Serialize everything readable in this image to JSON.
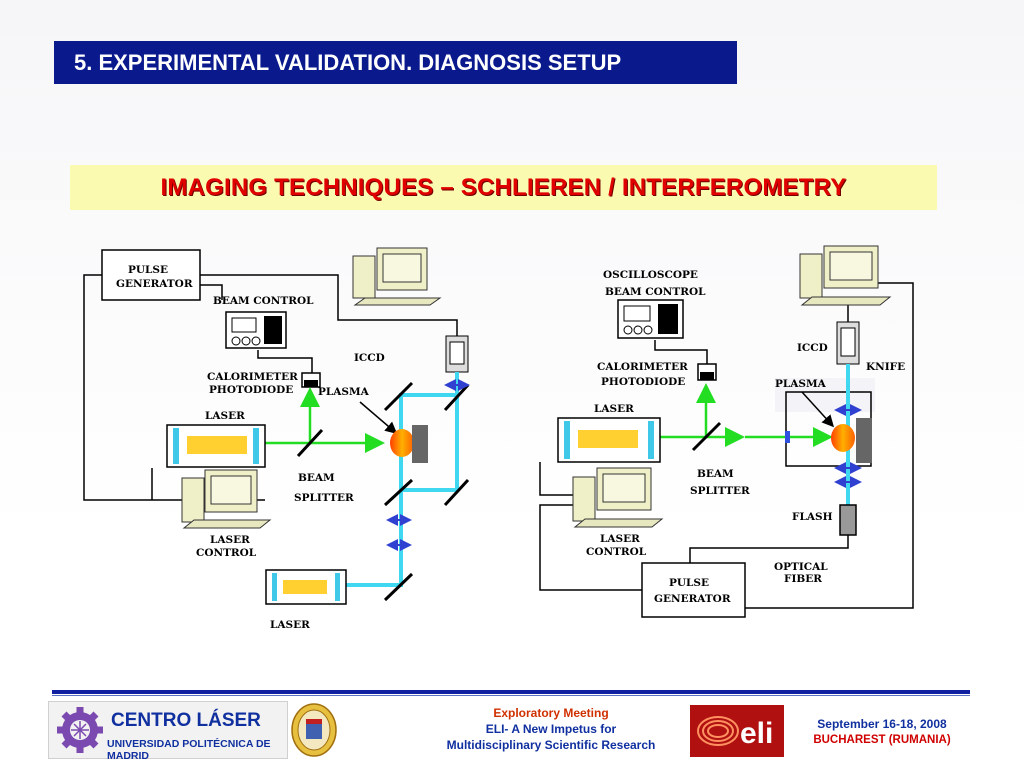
{
  "header": {
    "title": "5.  EXPERIMENTAL VALIDATION. DIAGNOSIS SETUP"
  },
  "subtitle": "IMAGING TECHNIQUES – SCHLIEREN / INTERFEROMETRY",
  "left_setup": {
    "pulse_generator": [
      "PULSE",
      "GENERATOR"
    ],
    "beam_control": "BEAM CONTROL",
    "calorimeter": [
      "CALORIMETER",
      "PHOTODIODE"
    ],
    "laser": "LASER",
    "iccd": "ICCD",
    "plasma": "PLASMA",
    "beam_splitter": [
      "BEAM",
      "SPLITTER"
    ],
    "laser_control": [
      "LASER",
      "CONTROL"
    ],
    "laser2": "LASER"
  },
  "right_setup": {
    "oscilloscope": "OSCILLOSCOPE",
    "beam_control": "BEAM CONTROL",
    "calorimeter": [
      "CALORIMETER",
      "PHOTODIODE"
    ],
    "laser": "LASER",
    "iccd": "ICCD",
    "knife": "KNIFE",
    "plasma": "PLASMA",
    "beam_splitter": [
      "BEAM",
      "SPLITTER"
    ],
    "laser_control": [
      "LASER",
      "CONTROL"
    ],
    "flash": "FLASH",
    "optical_fiber": [
      "OPTICAL",
      "FIBER"
    ],
    "pulse_generator": [
      "PULSE",
      "GENERATOR"
    ]
  },
  "footer": {
    "logo_title": "CENTRO LÁSER",
    "logo_sub": "UNIVERSIDAD POLITÉCNICA DE MADRID",
    "meeting": [
      "Exploratory Meeting",
      "ELI- A New Impetus for",
      "Multidisciplinary Scientific Research"
    ],
    "eli_logo": "eli",
    "date": "September 16-18, 2008",
    "place": "BUCHAREST (RUMANIA)"
  },
  "colors": {
    "title_bg": "#0a1a8c",
    "subtitle_bg": "#fafab0",
    "subtitle_text": "#e00000",
    "beam_green": "#22dd22",
    "beam_cyan": "#40d8f0",
    "arrow_blue": "#3040d0"
  }
}
